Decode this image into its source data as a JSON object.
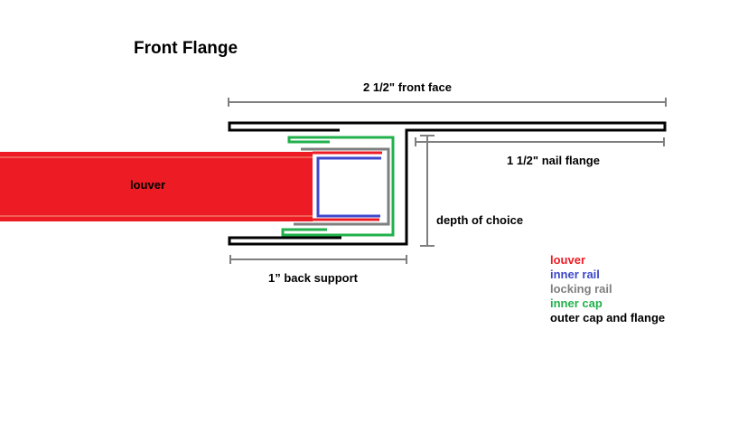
{
  "title": "Front Flange",
  "labels": {
    "front_face": "2 1/2\" front face",
    "nail_flange": "1 1/2\" nail flange",
    "louver": "louver",
    "depth": "depth of choice",
    "back_support": "1” back support"
  },
  "legend": [
    {
      "label": "louver",
      "color": "#ed1c24"
    },
    {
      "label": "inner rail",
      "color": "#3f48cc"
    },
    {
      "label": "locking rail",
      "color": "#7f7f7f"
    },
    {
      "label": "inner cap",
      "color": "#22b14c"
    },
    {
      "label": "outer cap and flange",
      "color": "#000000"
    }
  ],
  "colors": {
    "louver": "#ed1c24",
    "inner_rail": "#3f48cc",
    "locking_rail": "#7f7f7f",
    "inner_cap": "#22b14c",
    "outer": "#000000",
    "dimension": "#7f7f7f"
  }
}
